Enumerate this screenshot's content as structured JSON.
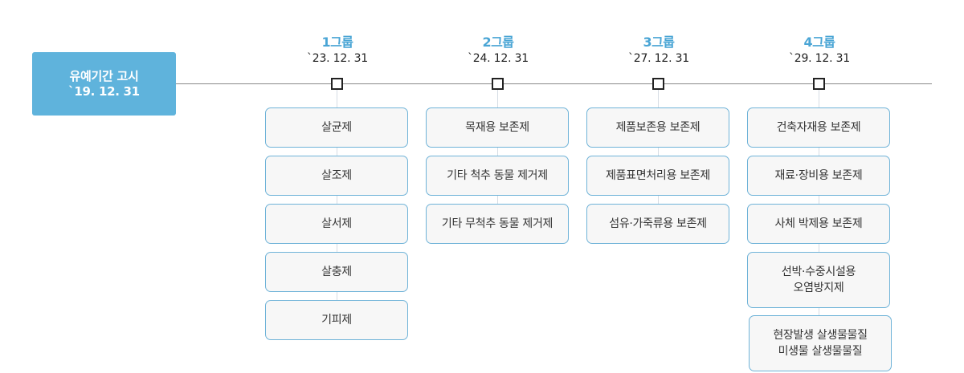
{
  "colors": {
    "accent": "#5fb3dc",
    "group_title": "#4aa5d5",
    "item_border": "#6fb3d8"
  },
  "start": {
    "line1": "유예기간 고시",
    "line2": "`19. 12. 31"
  },
  "groups": [
    {
      "title": "1그룹",
      "date": "`23. 12. 31",
      "items": [
        {
          "lines": [
            "살균제"
          ]
        },
        {
          "lines": [
            "살조제"
          ]
        },
        {
          "lines": [
            "살서제"
          ]
        },
        {
          "lines": [
            "살충제"
          ]
        },
        {
          "lines": [
            "기피제"
          ]
        }
      ]
    },
    {
      "title": "2그룹",
      "date": "`24. 12. 31",
      "items": [
        {
          "lines": [
            "목재용 보존제"
          ]
        },
        {
          "lines": [
            "기타 척추 동물 제거제"
          ]
        },
        {
          "lines": [
            "기타 무척추 동물 제거제"
          ]
        }
      ]
    },
    {
      "title": "3그룹",
      "date": "`27. 12. 31",
      "items": [
        {
          "lines": [
            "제품보존용 보존제"
          ]
        },
        {
          "lines": [
            "제품표면처리용 보존제"
          ]
        },
        {
          "lines": [
            "섬유·가죽류용 보존제"
          ]
        }
      ]
    },
    {
      "title": "4그룹",
      "date": "`29. 12. 31",
      "items": [
        {
          "lines": [
            "건축자재용 보존제"
          ]
        },
        {
          "lines": [
            "재료·장비용 보존제"
          ]
        },
        {
          "lines": [
            "사체 박제용 보존제"
          ]
        },
        {
          "lines": [
            "선박·수중시설용",
            "오염방지제"
          ]
        },
        {
          "lines": [
            "현장발생 살생물물질",
            "미생물 살생물물질"
          ]
        }
      ]
    }
  ]
}
